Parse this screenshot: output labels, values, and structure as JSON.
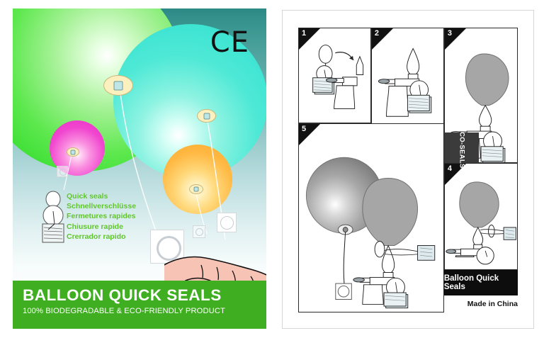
{
  "product": {
    "title": "BALLOON  QUICK  SEALS",
    "subtitle": "100% BIODEGRADABLE & ECO-FRIENDLY PRODUCT",
    "certification_mark": "CE",
    "brand_tab": "ECO-SEALS",
    "footer_brand": "Balloon Quick Seals",
    "origin": "Made in China"
  },
  "colors": {
    "banner_green": "#3fae21",
    "legend_green": "#5cc42b",
    "balloon_green": "#3ddf35",
    "balloon_teal": "#3ce3d2",
    "balloon_magenta": "#f046cf",
    "balloon_orange": "#ffb944",
    "seal_patch": "#fdf0bf",
    "background_teal": "#2c8a86",
    "black": "#0d0d0d",
    "diagram_gray": "#a6a6a6",
    "seal_strip": "#cfe0e4"
  },
  "legend": {
    "items": [
      {
        "lang": "en",
        "label": "Quick seals"
      },
      {
        "lang": "de",
        "label": "Schnellverschlüsse"
      },
      {
        "lang": "fr",
        "label": "Fermetures rapides"
      },
      {
        "lang": "it",
        "label": "Chiusure rapide"
      },
      {
        "lang": "es",
        "label": "Crerrador rapido"
      }
    ]
  },
  "balloons": [
    {
      "name": "green-balloon",
      "color": "#3ddf35"
    },
    {
      "name": "teal-balloon",
      "color": "#3ce3d2"
    },
    {
      "name": "magenta-balloon",
      "color": "#f046cf"
    },
    {
      "name": "orange-balloon",
      "color": "#ffb944"
    }
  ],
  "instructions": {
    "steps": [
      {
        "number": "1",
        "name": "attach-seal-to-nozzle"
      },
      {
        "number": "2",
        "name": "place-balloon-on-nozzle"
      },
      {
        "number": "3",
        "name": "inflate-balloon"
      },
      {
        "number": "4",
        "name": "pull-seal-through-neck"
      },
      {
        "number": "5",
        "name": "sealed-balloons-result"
      }
    ]
  }
}
